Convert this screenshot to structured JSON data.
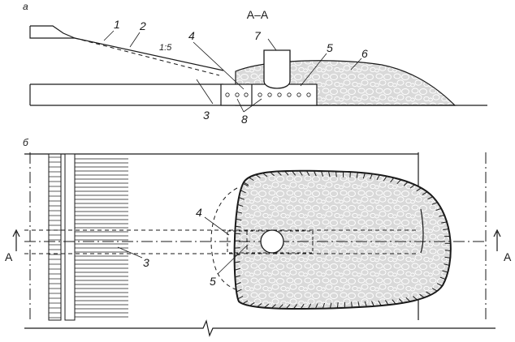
{
  "section_title": "A–A",
  "panels": {
    "a": "а",
    "b": "б"
  },
  "slope_ratio": "1:5",
  "section_marks": {
    "left": "A",
    "right": "A"
  },
  "callouts": {
    "n1": "1",
    "n2": "2",
    "n3": "3",
    "n4": "4",
    "n5": "5",
    "n6": "6",
    "n7": "7",
    "n8": "8",
    "p3": "3",
    "p4": "4",
    "p5": "5"
  },
  "colors": {
    "line": "#1a1a1a",
    "fill_gravel": "#d9d9d9",
    "stone_outline": "#ffffff"
  }
}
